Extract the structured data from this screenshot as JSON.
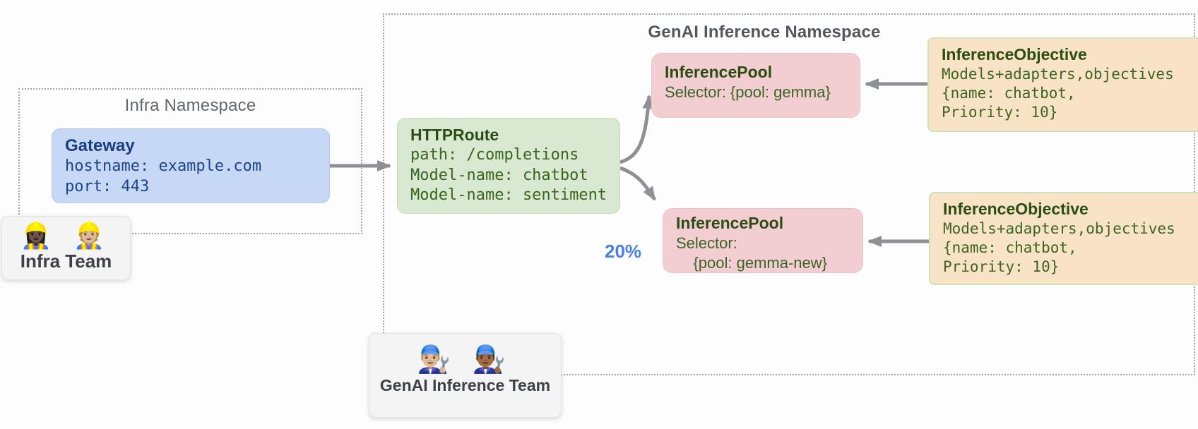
{
  "diagram": {
    "namespaces": {
      "infra": {
        "label": "Infra Namespace"
      },
      "genai": {
        "label": "GenAI Inference Namespace"
      }
    },
    "nodes": {
      "gateway": {
        "title": "Gateway",
        "lines": [
          "hostname: example.com",
          "port: 443"
        ]
      },
      "httproute": {
        "title": "HTTPRoute",
        "lines": [
          "path: /completions",
          "Model-name: chatbot",
          "Model-name: sentiment"
        ]
      },
      "pool1": {
        "title": "InferencePool",
        "lines": [
          "Selector: {pool: gemma}"
        ]
      },
      "pool2": {
        "title": "InferencePool",
        "lines": [
          "Selector:",
          "    {pool: gemma-new}"
        ]
      },
      "objective1": {
        "title": "InferenceObjective",
        "lines": [
          "Models+adapters,objectives",
          "{name: chatbot,",
          "Priority: 10}"
        ]
      },
      "objective2": {
        "title": "InferenceObjective",
        "lines": [
          "Models+adapters,objectives",
          "{name: chatbot,",
          "Priority: 10}"
        ]
      }
    },
    "teams": {
      "infra": {
        "emojis": "👷🏿‍♀️ 👷🏼",
        "label": "Infra Team"
      },
      "genai": {
        "emojis": "👨🏼‍🔧 👨🏾‍🔧",
        "label": "GenAI Inference Team"
      }
    },
    "annotations": {
      "traffic_split": "20%"
    },
    "colors": {
      "gateway_fill": "#c7d8f6",
      "httproute_fill": "#d9e8d1",
      "pool_fill": "#f2ced2",
      "objective_fill": "#f9e3c6",
      "objective_border": "#cfe2bd",
      "arrow": "#8e9093",
      "traffic_split_text": "#4a7fe8",
      "namespace_border": "#a3a3a3",
      "gateway_text": "#1c4587",
      "green_text": "#3c6424"
    }
  }
}
